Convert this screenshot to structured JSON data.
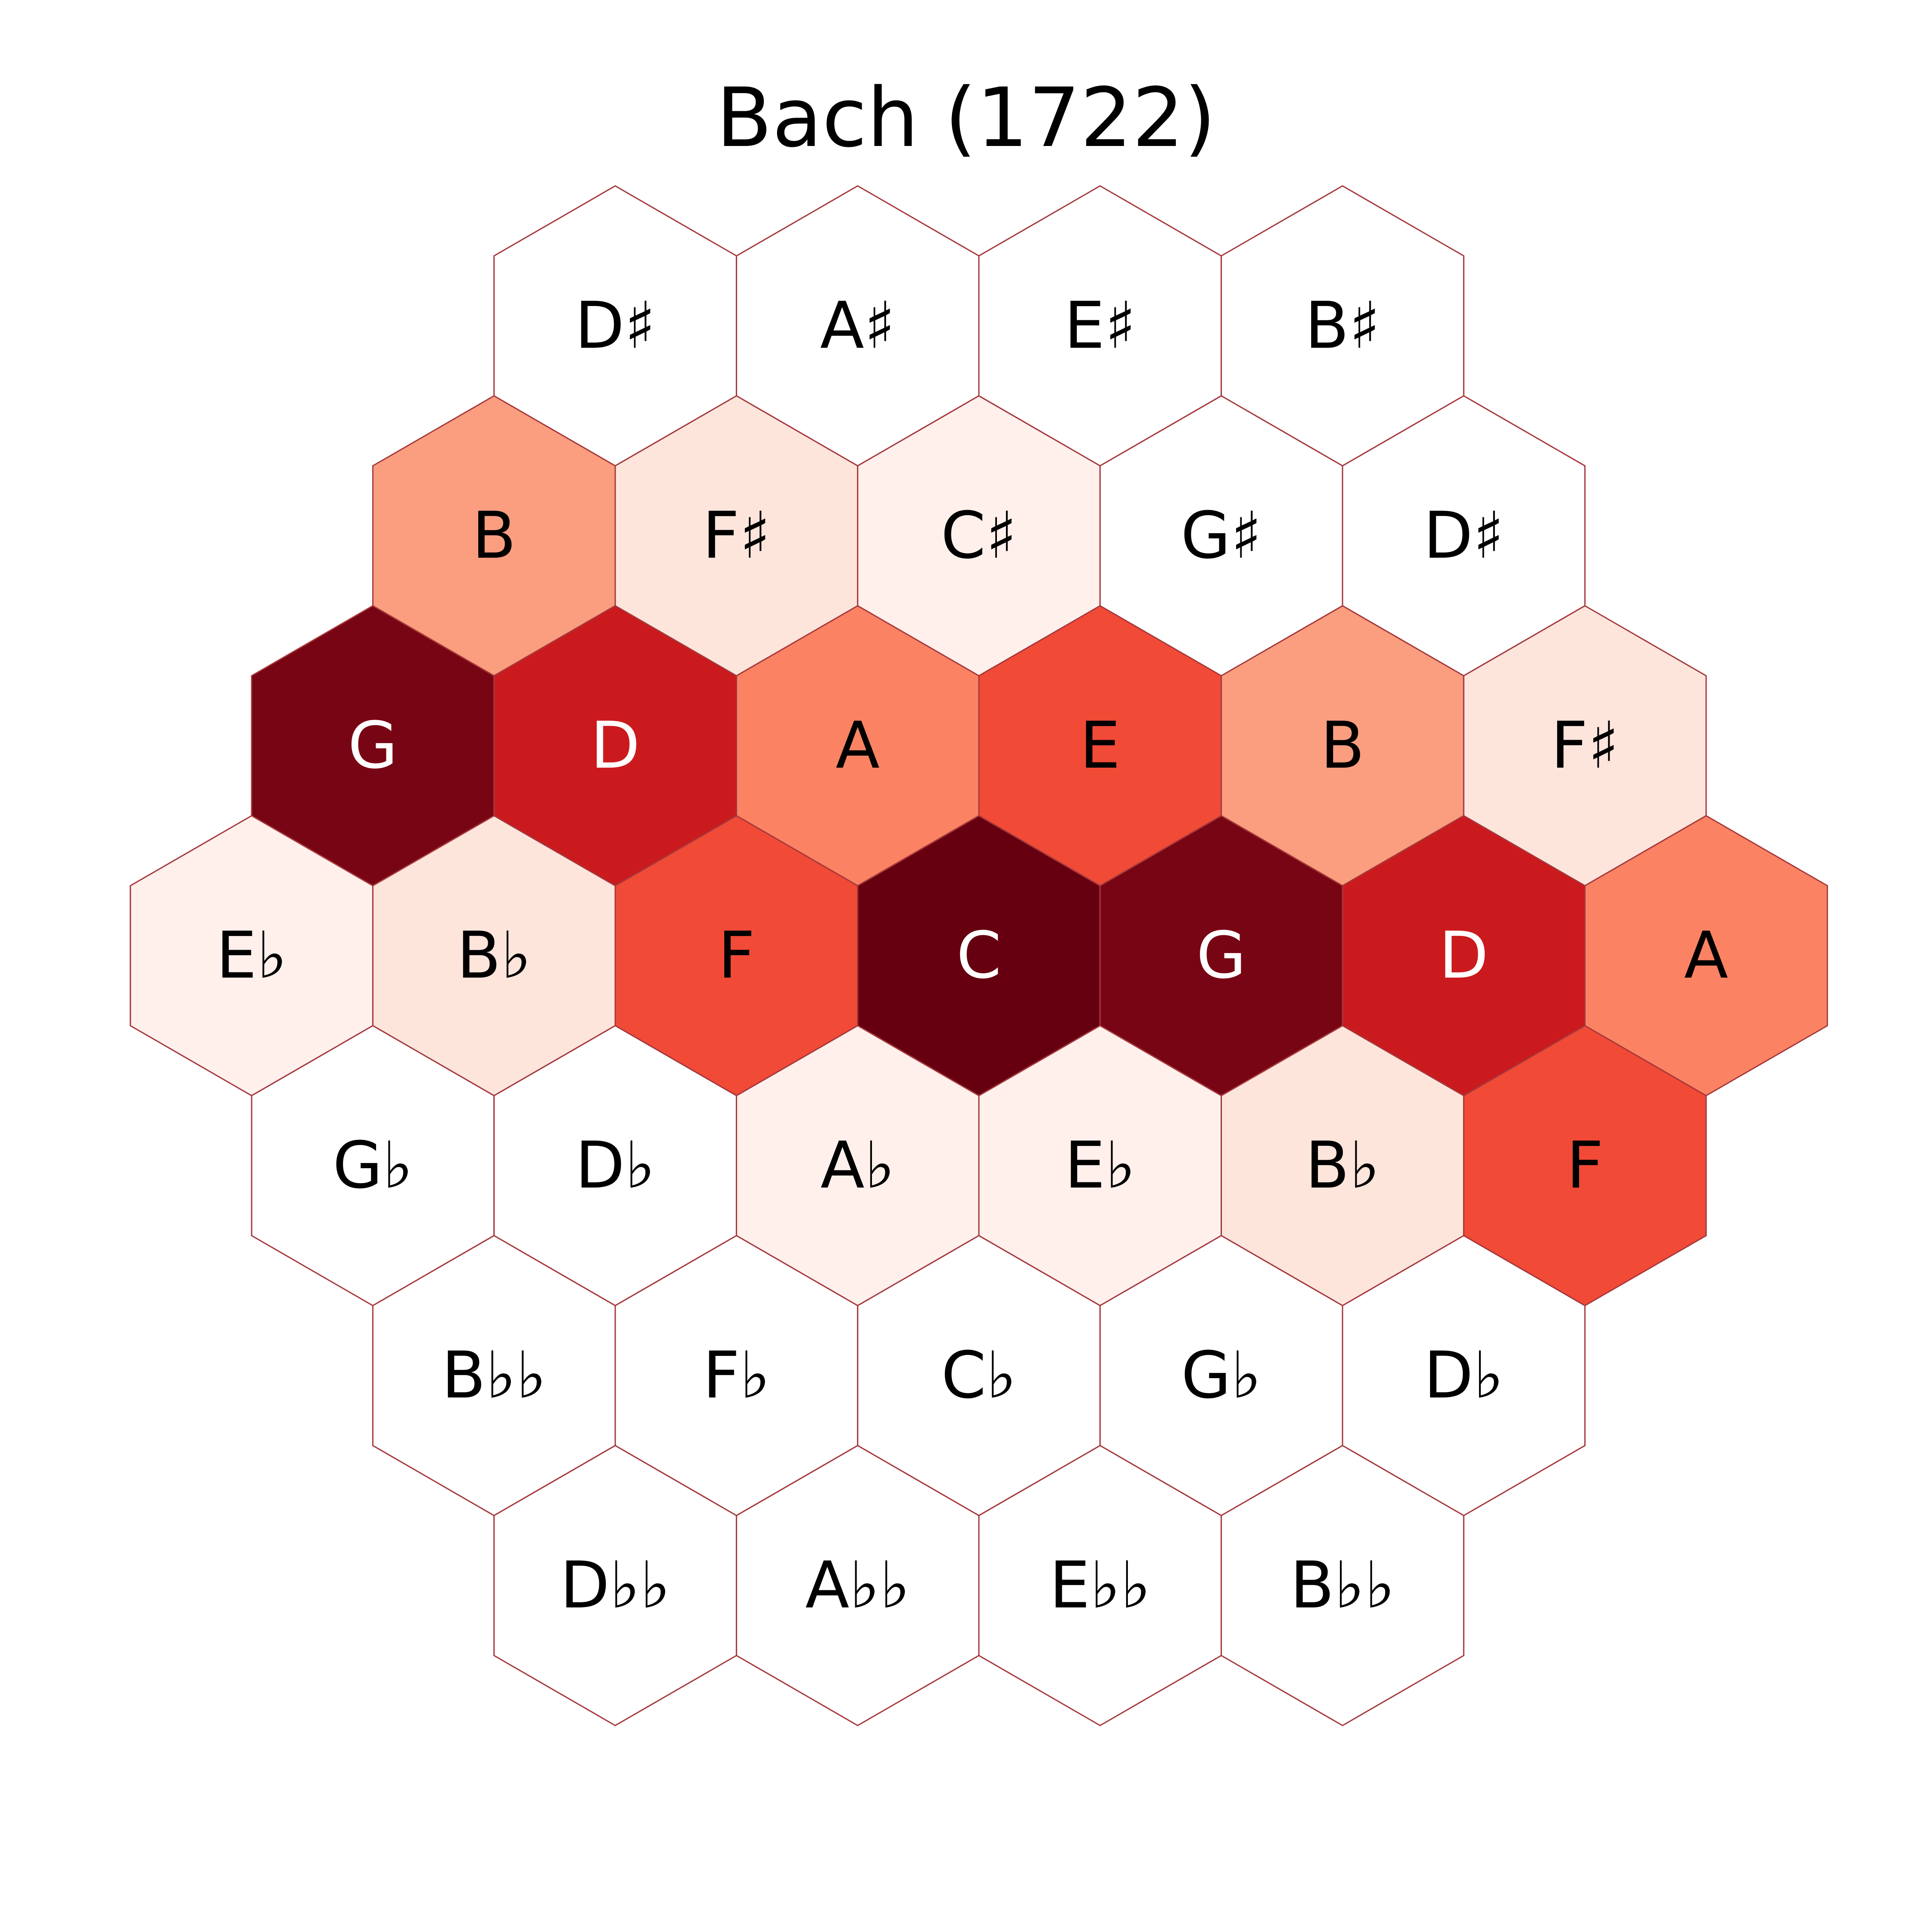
{
  "title": "Bach (1722)",
  "palette": {
    "edge": "#a5383c",
    "text_dark": "#000000",
    "text_light": "#ffffff",
    "level_colors": [
      "#ffffff",
      "#fff0ec",
      "#fde5dc",
      "#fb9e7f",
      "#fb8363",
      "#f14a37",
      "#cb1a1e",
      "#780513",
      "#660010"
    ]
  },
  "rows": [
    {
      "cells": [
        {
          "label": "D♯",
          "level": 0
        },
        {
          "label": "A♯",
          "level": 0
        },
        {
          "label": "E♯",
          "level": 0
        },
        {
          "label": "B♯",
          "level": 0
        }
      ]
    },
    {
      "cells": [
        {
          "label": "B",
          "level": 3
        },
        {
          "label": "F♯",
          "level": 2
        },
        {
          "label": "C♯",
          "level": 1
        },
        {
          "label": "G♯",
          "level": 0
        },
        {
          "label": "D♯",
          "level": 0
        }
      ]
    },
    {
      "cells": [
        {
          "label": "G",
          "level": 7
        },
        {
          "label": "D",
          "level": 6
        },
        {
          "label": "A",
          "level": 4
        },
        {
          "label": "E",
          "level": 5
        },
        {
          "label": "B",
          "level": 3
        },
        {
          "label": "F♯",
          "level": 2
        }
      ]
    },
    {
      "cells": [
        {
          "label": "E♭",
          "level": 1
        },
        {
          "label": "B♭",
          "level": 2
        },
        {
          "label": "F",
          "level": 5
        },
        {
          "label": "C",
          "level": 8
        },
        {
          "label": "G",
          "level": 7
        },
        {
          "label": "D",
          "level": 6
        },
        {
          "label": "A",
          "level": 4
        }
      ]
    },
    {
      "cells": [
        {
          "label": "G♭",
          "level": 0
        },
        {
          "label": "D♭",
          "level": 0
        },
        {
          "label": "A♭",
          "level": 1
        },
        {
          "label": "E♭",
          "level": 1
        },
        {
          "label": "B♭",
          "level": 2
        },
        {
          "label": "F",
          "level": 5
        }
      ]
    },
    {
      "cells": [
        {
          "label": "B♭♭",
          "level": 0
        },
        {
          "label": "F♭",
          "level": 0
        },
        {
          "label": "C♭",
          "level": 0
        },
        {
          "label": "G♭",
          "level": 0
        },
        {
          "label": "D♭",
          "level": 0
        }
      ]
    },
    {
      "cells": [
        {
          "label": "D♭♭",
          "level": 0
        },
        {
          "label": "A♭♭",
          "level": 0
        },
        {
          "label": "E♭♭",
          "level": 0
        },
        {
          "label": "B♭♭",
          "level": 0
        }
      ]
    }
  ]
}
